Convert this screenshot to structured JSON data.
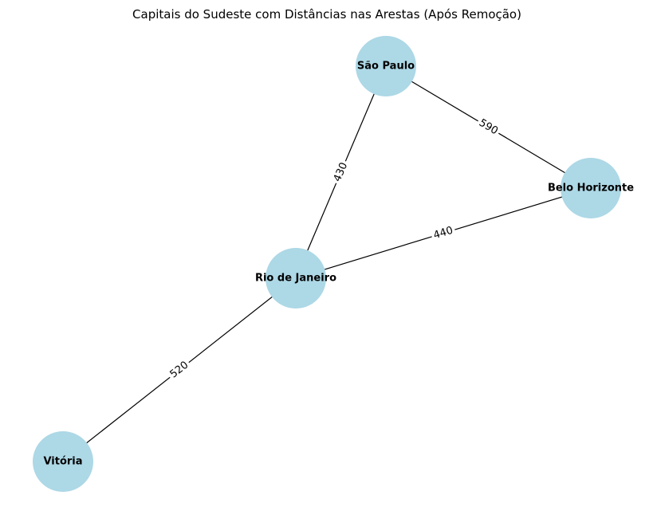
{
  "title": "Capitais do Sudeste com Distâncias nas Arestas (Após Remoção)",
  "node_color": "#add8e6",
  "edge_color": "#000000",
  "nodes": [
    {
      "id": "sao-paulo",
      "label": "São Paulo"
    },
    {
      "id": "belo-horizonte",
      "label": "Belo Horizonte"
    },
    {
      "id": "rio-de-janeiro",
      "label": "Rio de Janeiro"
    },
    {
      "id": "vitoria",
      "label": "Vitória"
    }
  ],
  "edges": [
    {
      "source": "sao-paulo",
      "target": "belo-horizonte",
      "label": "590"
    },
    {
      "source": "sao-paulo",
      "target": "rio-de-janeiro",
      "label": "430"
    },
    {
      "source": "rio-de-janeiro",
      "target": "belo-horizonte",
      "label": "440"
    },
    {
      "source": "rio-de-janeiro",
      "target": "vitoria",
      "label": "520"
    }
  ]
}
